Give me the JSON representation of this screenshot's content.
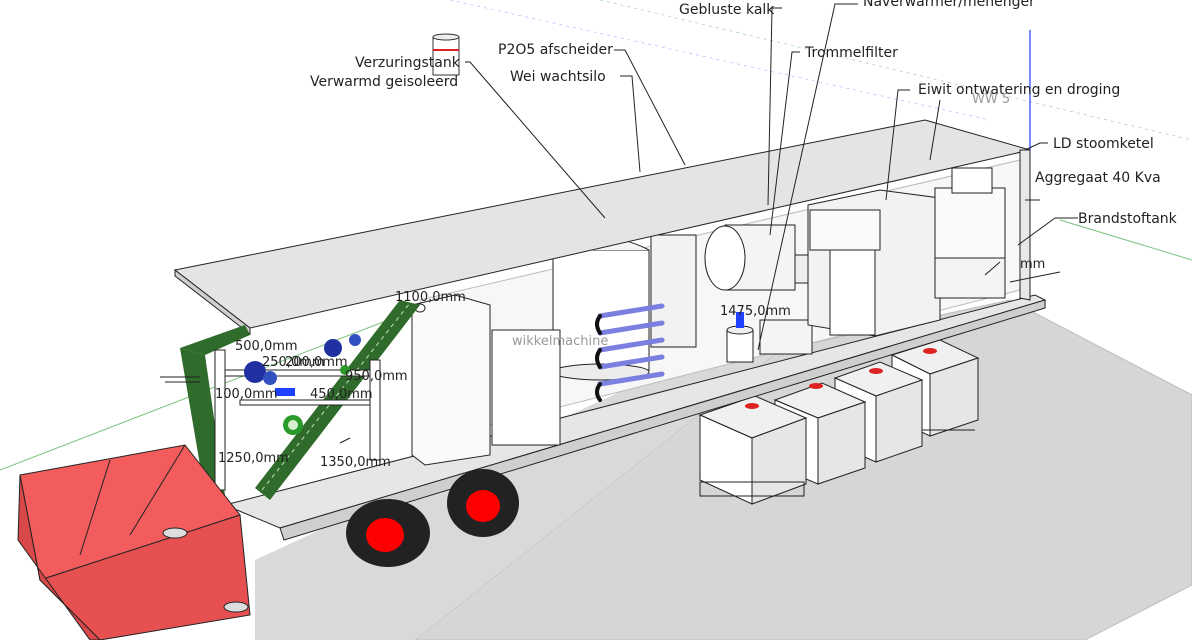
{
  "labels": {
    "verzuringstank": "Verzuringstank",
    "verwarmd": "Verwarmd geisoleerd",
    "p2o5": "P2O5 afscheider",
    "wei": "Wei wachtsilo",
    "gebluste": "Gebluste kalk",
    "naverwarmer": "Naverwarmer/menenger",
    "trommelfilter": "Trommelfilter",
    "eiwit": "Eiwit ontwatering en droging",
    "ld": "LD stoomketel",
    "aggregaat": "Aggregaat 40 Kva",
    "brandstof": "Brandstoftank",
    "wikkel": "wikkelmachine",
    "ww": "WW 5"
  },
  "dimensions": {
    "d1": "1475,0mm",
    "d2": "1350,0mm",
    "d3": "500,0mm",
    "d4": "1250,0mm",
    "d5": "mm",
    "d6": "1100,0mm",
    "d7": "250,0mm",
    "d8": "950,0mm",
    "d9": "100,0mm",
    "d10": "450,0mm",
    "d11": "200,0mm"
  },
  "colors": {
    "background": "#ffffff",
    "ground": "#d6d6d6",
    "shelf": "#e4e4e4",
    "hopper": "#f25c5c",
    "conveyor": "#2f6b2a",
    "wheel_hub": "#ff0000",
    "cooling_coil": "#7b7fe0",
    "axis_blue": "#2040ff",
    "axis_green": "#2a9a2a"
  },
  "icons": [
    "orbit-axis",
    "hopper",
    "conveyor",
    "wheels",
    "ibc-containers",
    "cooling-coil"
  ]
}
